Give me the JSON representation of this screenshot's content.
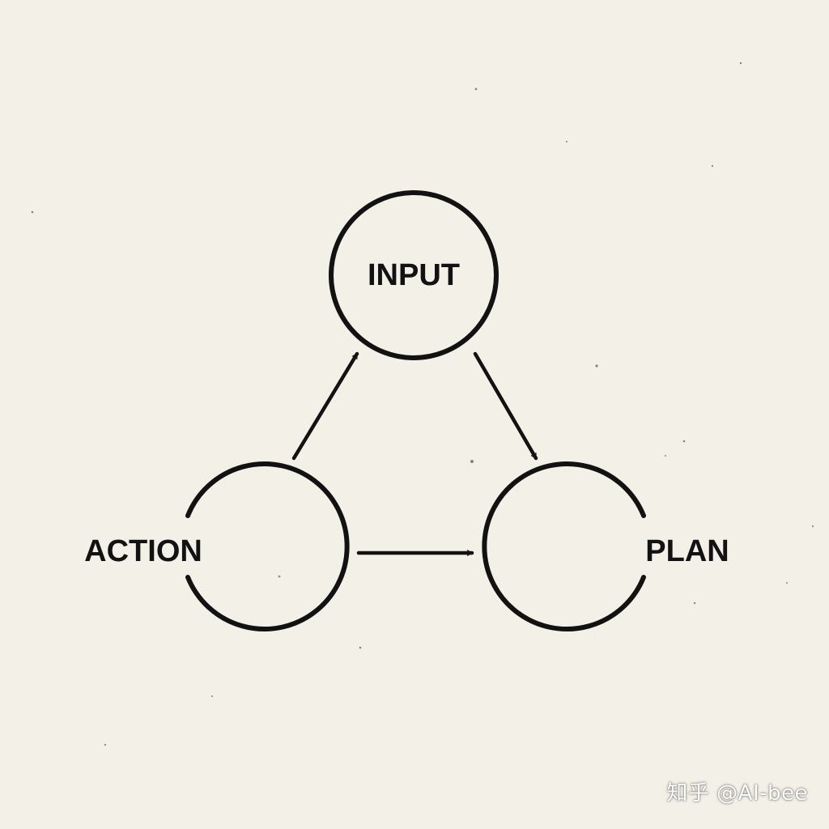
{
  "diagram": {
    "nodes": {
      "input": {
        "label": "INPUT"
      },
      "action": {
        "label": "ACTION"
      },
      "plan": {
        "label": "PLAN"
      }
    },
    "edges": [
      {
        "from": "ACTION",
        "to": "INPUT"
      },
      {
        "from": "INPUT",
        "to": "PLAN"
      },
      {
        "from": "ACTION",
        "to": "PLAN"
      }
    ]
  },
  "watermark": {
    "text": "知乎 @AI-bee"
  },
  "colors": {
    "background": "#f3f1e7",
    "ink": "#121212"
  }
}
